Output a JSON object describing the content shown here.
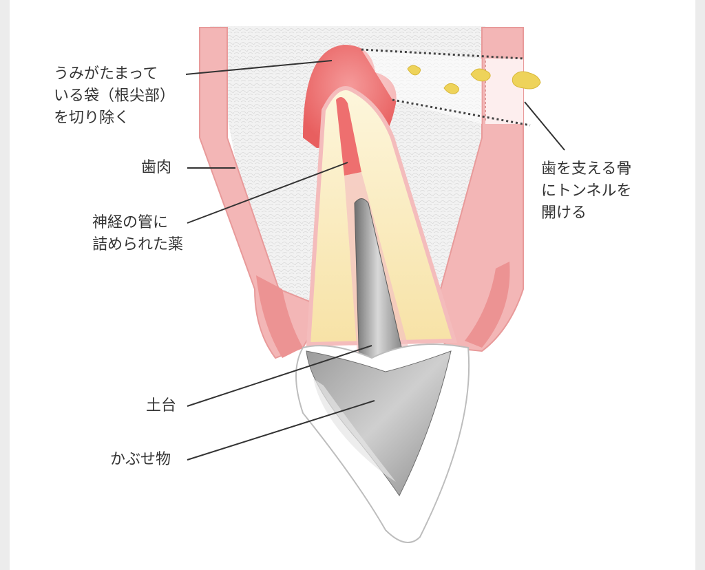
{
  "labels": {
    "abscess_sac": "うみがたまって\nいる袋（根尖部）\nを切り除く",
    "gum": "歯肉",
    "root_canal_medicine": "神経の管に\n詰められた薬",
    "bone_tunnel": "歯を支える骨\nにトンネルを\n開ける",
    "post_core": "土台",
    "crown": "かぶせ物"
  },
  "colors": {
    "gum": "#f3b6b6",
    "gum_dark": "#e98a8a",
    "abscess": "#ef7272",
    "bone": "#f1f1f1",
    "dentin": "#fbefc9",
    "metal": "#9a9a9a",
    "debris": "#eed35a",
    "leader_line": "#333333"
  }
}
